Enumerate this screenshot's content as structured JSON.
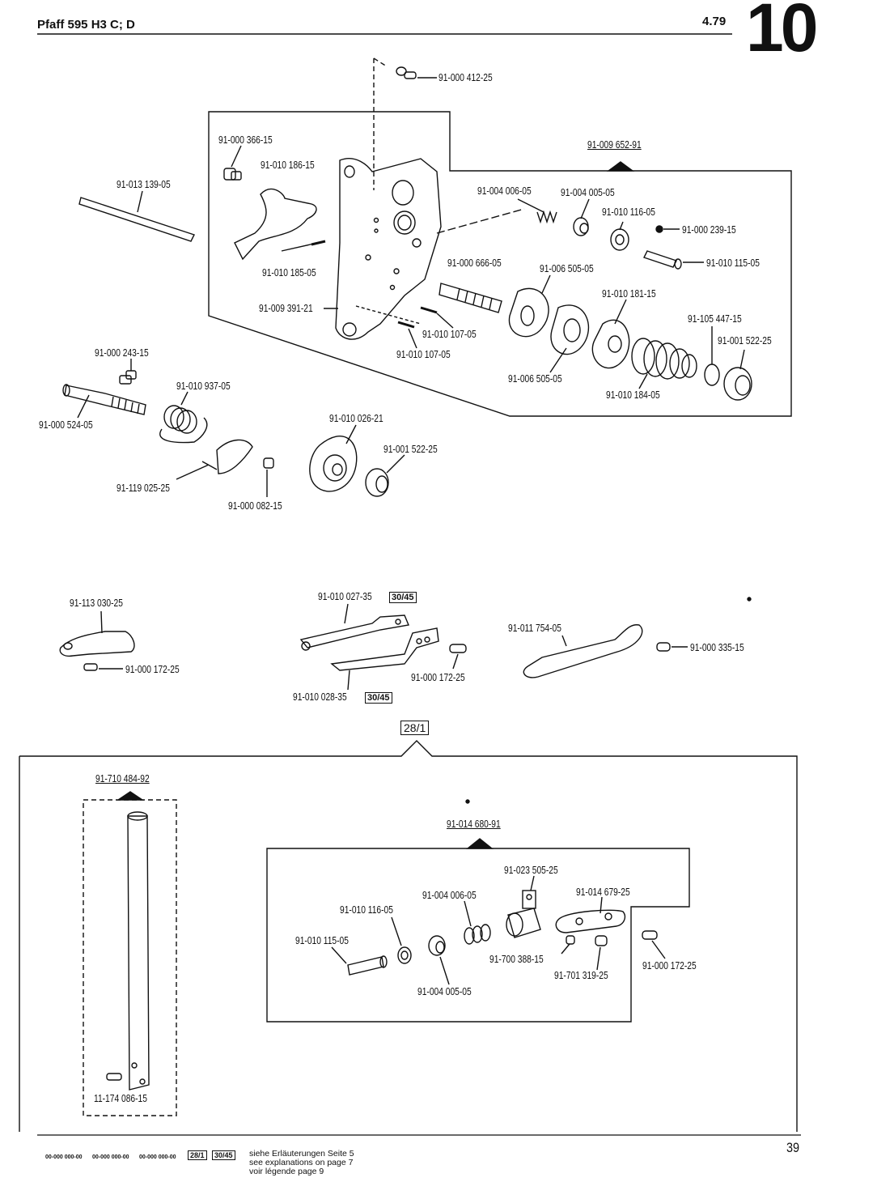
{
  "header": {
    "title": "Pfaff 595 H3 C; D",
    "date": "4.79",
    "section_number": "10"
  },
  "top_assembly": {
    "assembly_part": "91-009 652-91",
    "parts": {
      "p1": "91-000 412-25",
      "p2": "91-000 366-15",
      "p3": "91-010 186-15",
      "p4": "91-013 139-05",
      "p5": "91-004 006-05",
      "p6": "91-004 005-05",
      "p7": "91-010 116-05",
      "p8": "91-000 239-15",
      "p9": "91-010 115-05",
      "p10": "91-010 185-05",
      "p11": "91-000 666-05",
      "p12": "91-006 505-05",
      "p13": "91-010 181-15",
      "p14": "91-009 391-21",
      "p15": "91-010 107-05",
      "p16": "91-010 107-05",
      "p17": "91-105 447-15",
      "p18": "91-001 522-25",
      "p19": "91-006 505-05",
      "p20": "91-010 184-05"
    }
  },
  "middle_parts": {
    "p21": "91-000 243-15",
    "p22": "91-010 937-05",
    "p23": "91-000 524-05",
    "p24": "91-010 026-21",
    "p25": "91-001 522-25",
    "p26": "91-119 025-25",
    "p27": "91-000 082-15"
  },
  "lower_parts": {
    "p28": "91-113 030-25",
    "p29": "91-000 172-25",
    "p30": "91-010 027-35",
    "p30_ref": "30/45",
    "p31": "91-000 172-25",
    "p32": "91-010 028-35",
    "p32_ref": "30/45",
    "p33": "91-011 754-05",
    "p34": "91-000 335-15"
  },
  "bottom_assembly": {
    "ref_box": "28/1",
    "bar_assembly": "91-710 484-92",
    "bar_screw": "11-174 086-15",
    "inner_assembly": "91-014 680-91",
    "parts": {
      "q1": "91-023 505-25",
      "q2": "91-004 006-05",
      "q3": "91-014 679-25",
      "q4": "91-010 116-05",
      "q5": "91-010 115-05",
      "q6": "91-700 388-15",
      "q7": "91-701 319-25",
      "q8": "91-000 172-25",
      "q9": "91-004 005-05"
    }
  },
  "footer": {
    "codes": [
      "00-000 000-00",
      "00-000 000-00",
      "00-000 000-00"
    ],
    "ref1": "28/1",
    "ref2": "30/45",
    "notes": [
      "siehe Erläuterungen Seite 5",
      "see explanations on page 7",
      "voir légende page 9"
    ],
    "page_number": "39"
  }
}
